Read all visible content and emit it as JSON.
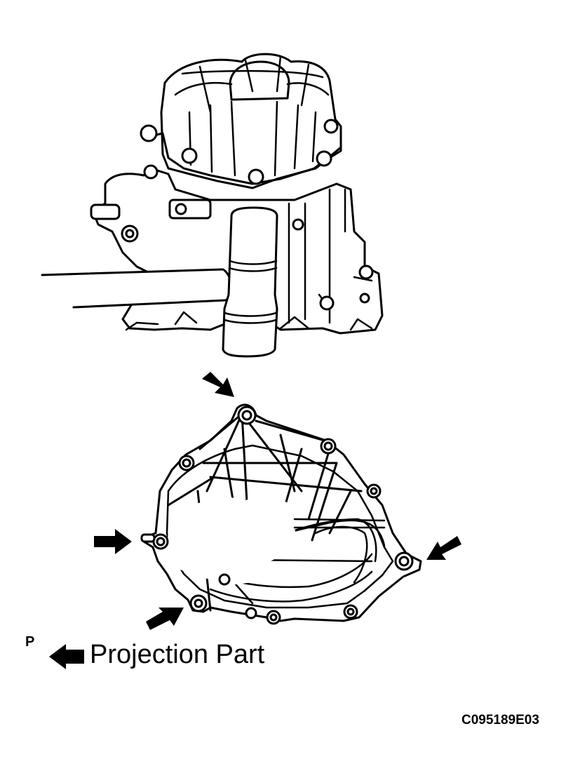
{
  "legend": {
    "key": "P",
    "label": "Projection Part"
  },
  "figure_code": "C095189E03",
  "colors": {
    "ink": "#000000",
    "paper": "#ffffff"
  },
  "icons": {
    "projection_arrow": "left-arrow-icon",
    "pointer_arrows": "pointer-arrow-icon"
  }
}
